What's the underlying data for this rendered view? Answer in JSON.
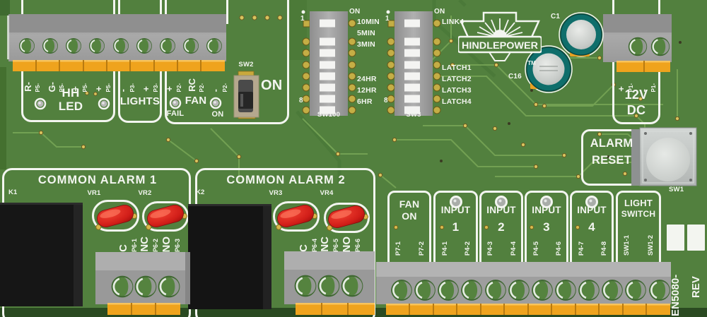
{
  "colors": {
    "board_green": "#52803e",
    "trace_green": "#74a254",
    "dark_green": "#44702f",
    "silkscreen_white": "#f3f5f0",
    "terminal_orange": "#efa31d",
    "component_gray": "#a0a0a0",
    "relay_black": "#161616",
    "varistor_red": "#d42020",
    "capacitor_teal": "#0f6e6b",
    "bottom_edge": "#2a4a21"
  },
  "hh_led": {
    "line1": "HH",
    "line2": "LED",
    "pins": [
      {
        "sym": "R-",
        "ref": "P5-"
      },
      {
        "sym": "G-",
        "ref": "P5-"
      },
      {
        "sym": "+",
        "ref": "P5-"
      },
      {
        "sym": "+",
        "ref": "P5-"
      }
    ]
  },
  "lights": {
    "title": "LIGHTS",
    "pins": [
      {
        "sym": "-",
        "ref": "P3-"
      },
      {
        "sym": "+",
        "ref": "P3-"
      }
    ]
  },
  "fan": {
    "title": "FAN",
    "fail": "FAIL",
    "on": "ON",
    "sw2_label": "SW2",
    "sw2_on": "ON",
    "pins": [
      {
        "sym": "+",
        "ref": "P2-"
      },
      {
        "sym": "RC",
        "ref": "P2-"
      },
      {
        "sym": "-",
        "ref": "P2-"
      }
    ]
  },
  "sw100": {
    "name": "SW100",
    "on": "ON",
    "first": "1",
    "last": "8",
    "rows": [
      "10MIN",
      "5MIN",
      "3MIN",
      "",
      "",
      "24HR",
      "12HR",
      "6HR"
    ]
  },
  "sw3": {
    "name": "SW3",
    "on": "ON",
    "first": "1",
    "last": "8",
    "rows": [
      "LINK4",
      "",
      "",
      "",
      "LATCH1",
      "LATCH2",
      "LATCH3",
      "LATCH4"
    ]
  },
  "brand": {
    "name": "HINDLEPOWER",
    "tm": "TM"
  },
  "capacitors": {
    "c1": "C1",
    "c16": "C16"
  },
  "power": {
    "line1": "12V",
    "line2": "DC",
    "pins": [
      {
        "sym": "+",
        "ref": "P1-"
      },
      {
        "sym": "-",
        "ref": "P1-"
      }
    ]
  },
  "alarm_reset": {
    "line1": "ALARM",
    "line2": "RESET",
    "switch_label": "SW1"
  },
  "alarm1": {
    "title": "COMMON ALARM 1",
    "relay": "K1",
    "vr_a": "VR1",
    "vr_b": "VR2",
    "contacts": [
      {
        "sym": "C",
        "ref": "P6-1"
      },
      {
        "sym": "NC",
        "ref": "P6-2"
      },
      {
        "sym": "NO",
        "ref": "P6-3"
      }
    ]
  },
  "alarm2": {
    "title": "COMMON ALARM 2",
    "relay": "K2",
    "vr_a": "VR3",
    "vr_b": "VR4",
    "contacts": [
      {
        "sym": "C",
        "ref": "P6-4"
      },
      {
        "sym": "NC",
        "ref": "P6-5"
      },
      {
        "sym": "NO",
        "ref": "P6-6"
      }
    ]
  },
  "io": [
    {
      "line1": "FAN",
      "line2": "ON",
      "pin1": "P7-1",
      "pin2": "P7-2"
    },
    {
      "line1": "INPUT",
      "line2": "1",
      "pin1": "P4-1",
      "pin2": "P4-2"
    },
    {
      "line1": "INPUT",
      "line2": "2",
      "pin1": "P4-3",
      "pin2": "P4-4"
    },
    {
      "line1": "INPUT",
      "line2": "3",
      "pin1": "P4-5",
      "pin2": "P4-6"
    },
    {
      "line1": "INPUT",
      "line2": "4",
      "pin1": "P4-7",
      "pin2": "P4-8"
    },
    {
      "line1": "LIGHT",
      "line2": "SWITCH",
      "pin1": "SW1-1",
      "pin2": "SW1-2"
    }
  ],
  "edge": {
    "part": "EN5080-",
    "rev": "REV"
  }
}
